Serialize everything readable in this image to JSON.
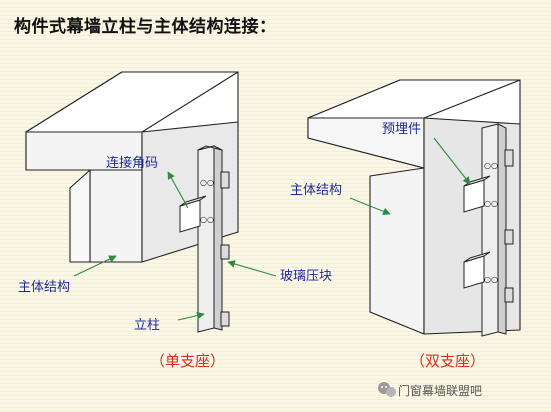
{
  "title": "构件式幕墙立柱与主体结构连接：",
  "left_diagram": {
    "labels": {
      "connector": "连接角码",
      "structure": "主体结构",
      "glass_block": "玻璃压块",
      "mullion": "立柱"
    },
    "caption": "（单支座）"
  },
  "right_diagram": {
    "labels": {
      "embedded": "预埋件",
      "structure": "主体结构"
    },
    "caption": "（双支座）"
  },
  "watermark": {
    "text": "门窗幕墙联盟吧",
    "icon": "wechat-icon"
  },
  "colors": {
    "label": "#1c2a9c",
    "caption": "#d83020",
    "arrow": "#2e8b3e"
  }
}
